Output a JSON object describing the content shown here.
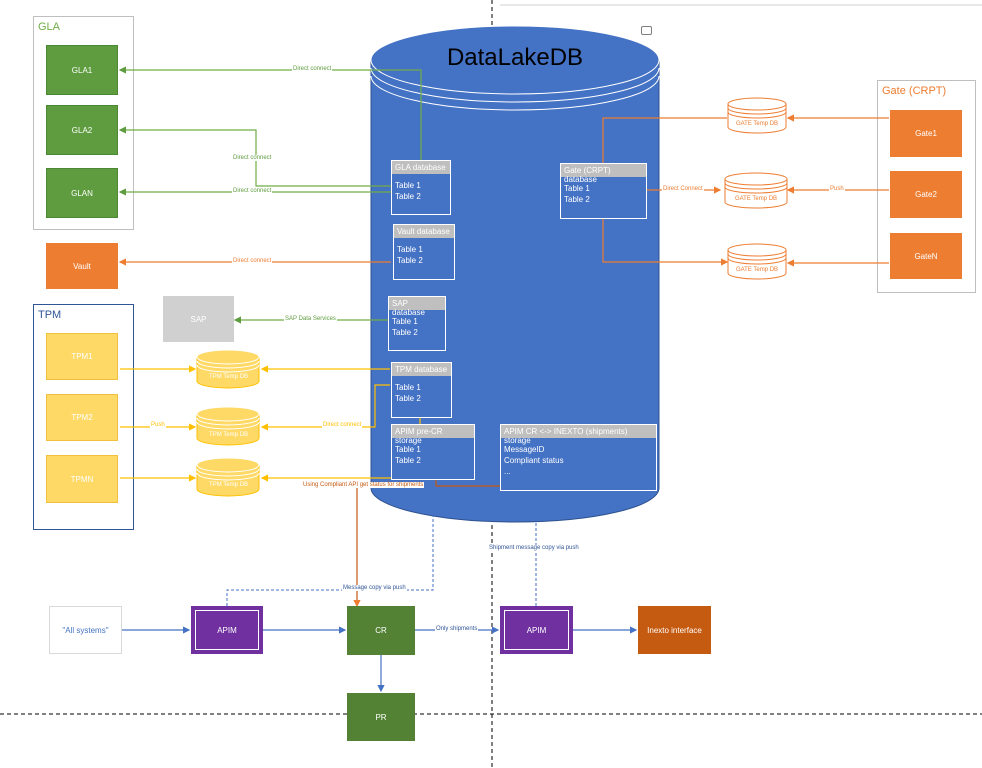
{
  "title": "DataLakeDB",
  "groups": {
    "gla": "GLA",
    "gate": "Gate (CRPT)",
    "tpm": "TPM"
  },
  "nodes": {
    "gla1": "GLA1",
    "gla2": "GLA2",
    "glan": "GLAN",
    "vault": "Vault",
    "sap": "SAP",
    "tpm1": "TPM1",
    "tpm2": "TPM2",
    "tpmn": "TPMN",
    "gate1": "Gate1",
    "gate2": "Gate2",
    "gaten": "GateN",
    "all_systems": "\"All systems\"",
    "apim1": "APIM",
    "cr": "CR",
    "apim2": "APIM",
    "inexto": "Inexto interface",
    "pr": "PR"
  },
  "temp_dbs": {
    "gate1": "GATE Temp DB",
    "gate2": "GATE Temp DB",
    "gaten": "GATE Temp DB",
    "tpm1": "TPM Temp DB",
    "tpm2": "TPM Temp DB",
    "tpmn": "TPM Temp DB"
  },
  "databases": {
    "gla": {
      "header": "GLA database",
      "rows": [
        "Table 1",
        "Table 2"
      ]
    },
    "vault": {
      "header": "Vault database",
      "rows": [
        "Table 1",
        "Table 2"
      ]
    },
    "sap": {
      "header": "SAP database",
      "rows": [
        "Table 1",
        "Table 2"
      ]
    },
    "tpm": {
      "header": "TPM database",
      "rows": [
        "Table 1",
        "Table 2"
      ]
    },
    "apim_pre": {
      "header": "APIM pre-CR storage",
      "rows": [
        "Table 1",
        "Table 2"
      ]
    },
    "gate": {
      "header": "Gate (CRPT) database",
      "rows": [
        "Table 1",
        "Table 2"
      ]
    },
    "apim_cr": {
      "header": "APIM CR <-> INEXTO (shipments) storage",
      "rows": [
        "MessageID",
        "Compliant status",
        "..."
      ]
    }
  },
  "edge_labels": {
    "direct_connect": "Direct connect",
    "direct_connect_cap": "Direct Connect",
    "push": "Push",
    "sap_ds": "SAP Data Services",
    "using_compliant": "Using Compliant API get status for shipments",
    "shipment_copy": "Shipment message copy via push",
    "message_copy": "Message copy via push",
    "only_shipments": "Only shipments"
  },
  "colors": {
    "green": "#5e9c3f",
    "orange": "#ed7d31",
    "yellow": "#ffd966",
    "purple": "#7030a0",
    "db_blue": "#4472c4",
    "dark_orange": "#c55a11"
  }
}
